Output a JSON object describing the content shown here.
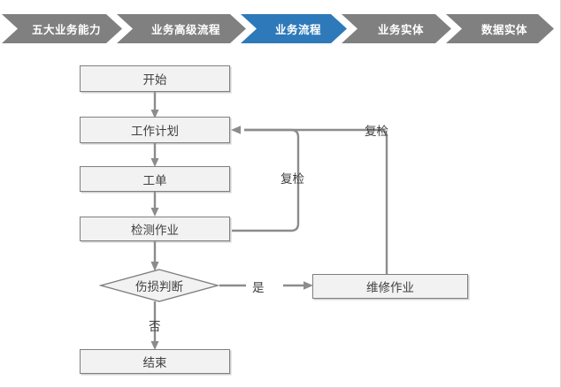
{
  "page": {
    "background": "#ffffff",
    "accent_color": "#2E79B9",
    "muted_color": "#808080",
    "node_fill": "#F2F2F2",
    "node_border": "#7F7F7F",
    "connector_color": "#8C8C8C"
  },
  "breadcrumb": {
    "items": [
      {
        "label": "五大业务能力",
        "active": false
      },
      {
        "label": "业务高级流程",
        "active": false
      },
      {
        "label": "业务流程",
        "active": true
      },
      {
        "label": "业务实体",
        "active": false
      },
      {
        "label": "数据实体",
        "active": false
      }
    ]
  },
  "flowchart": {
    "nodes": [
      {
        "id": "start",
        "label": "开始",
        "shape": "rect"
      },
      {
        "id": "workplan",
        "label": "工作计划",
        "shape": "rect"
      },
      {
        "id": "workorder",
        "label": "工单",
        "shape": "rect"
      },
      {
        "id": "inspect",
        "label": "检测作业",
        "shape": "rect"
      },
      {
        "id": "damage",
        "label": "伤损判断",
        "shape": "diamond"
      },
      {
        "id": "repair",
        "label": "维修作业",
        "shape": "rect"
      },
      {
        "id": "end",
        "label": "结束",
        "shape": "rect"
      }
    ],
    "edge_labels": [
      {
        "id": "recheck-inner",
        "label": "复检"
      },
      {
        "id": "recheck-outer",
        "label": "复检"
      },
      {
        "id": "yes",
        "label": "是"
      },
      {
        "id": "no",
        "label": "否"
      }
    ]
  }
}
